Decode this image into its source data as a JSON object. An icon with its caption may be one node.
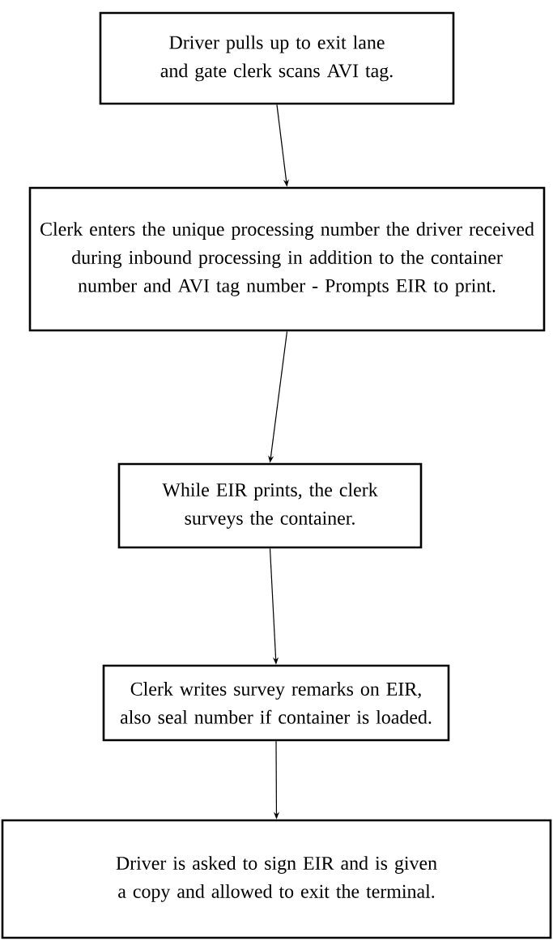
{
  "diagram": {
    "nodes": [
      {
        "text": [
          "Driver pulls up to exit lane and gate clerk scans AVI tag."
        ]
      },
      {
        "text": [
          "Clerk enters the unique processing number the driver received during inbound processing in addition to the container number and AVI tag number - Prompts EIR to print."
        ]
      },
      {
        "text": [
          "While EIR prints, the clerk surveys the container."
        ]
      },
      {
        "text": [
          "Clerk writes survey remarks on EIR, also seal number if container is loaded."
        ]
      },
      {
        "text": [
          "Driver is asked to sign EIR and is given a copy and allowed to exit the terminal."
        ]
      }
    ],
    "edges": [
      {
        "from": 0,
        "to": 1,
        "arrow": "to"
      },
      {
        "from": 1,
        "to": 2,
        "arrow": "to"
      },
      {
        "from": 2,
        "to": 3,
        "arrow": "to"
      },
      {
        "from": 3,
        "to": 4,
        "arrow": "to"
      }
    ]
  }
}
